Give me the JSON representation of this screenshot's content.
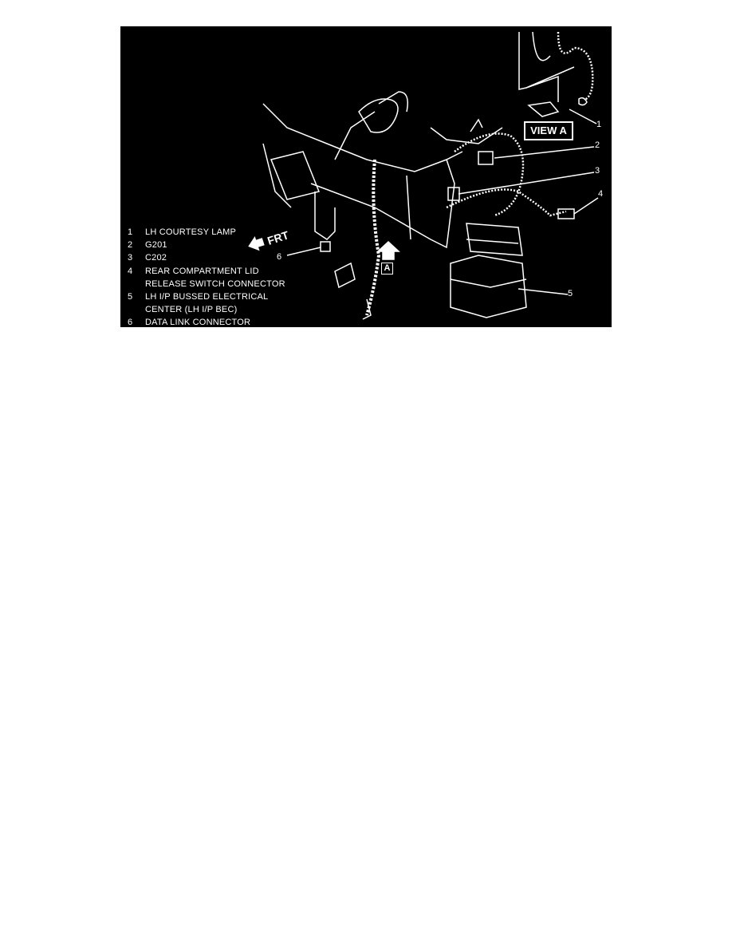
{
  "figure": {
    "view_label": "VIEW A",
    "front_label": "FRT",
    "view_marker": "A",
    "callouts": [
      "1",
      "2",
      "3",
      "4",
      "5",
      "6"
    ],
    "legend": [
      {
        "num": "1",
        "text": "LH COURTESY LAMP"
      },
      {
        "num": "2",
        "text": "G201"
      },
      {
        "num": "3",
        "text": "C202"
      },
      {
        "num": "4",
        "text": "REAR COMPARTMENT LID",
        "text2": "RELEASE SWITCH CONNECTOR"
      },
      {
        "num": "5",
        "text": "LH I/P BUSSED ELECTRICAL",
        "text2": "CENTER (LH I/P BEC)"
      },
      {
        "num": "6",
        "text": "DATA LINK CONNECTOR"
      }
    ]
  }
}
